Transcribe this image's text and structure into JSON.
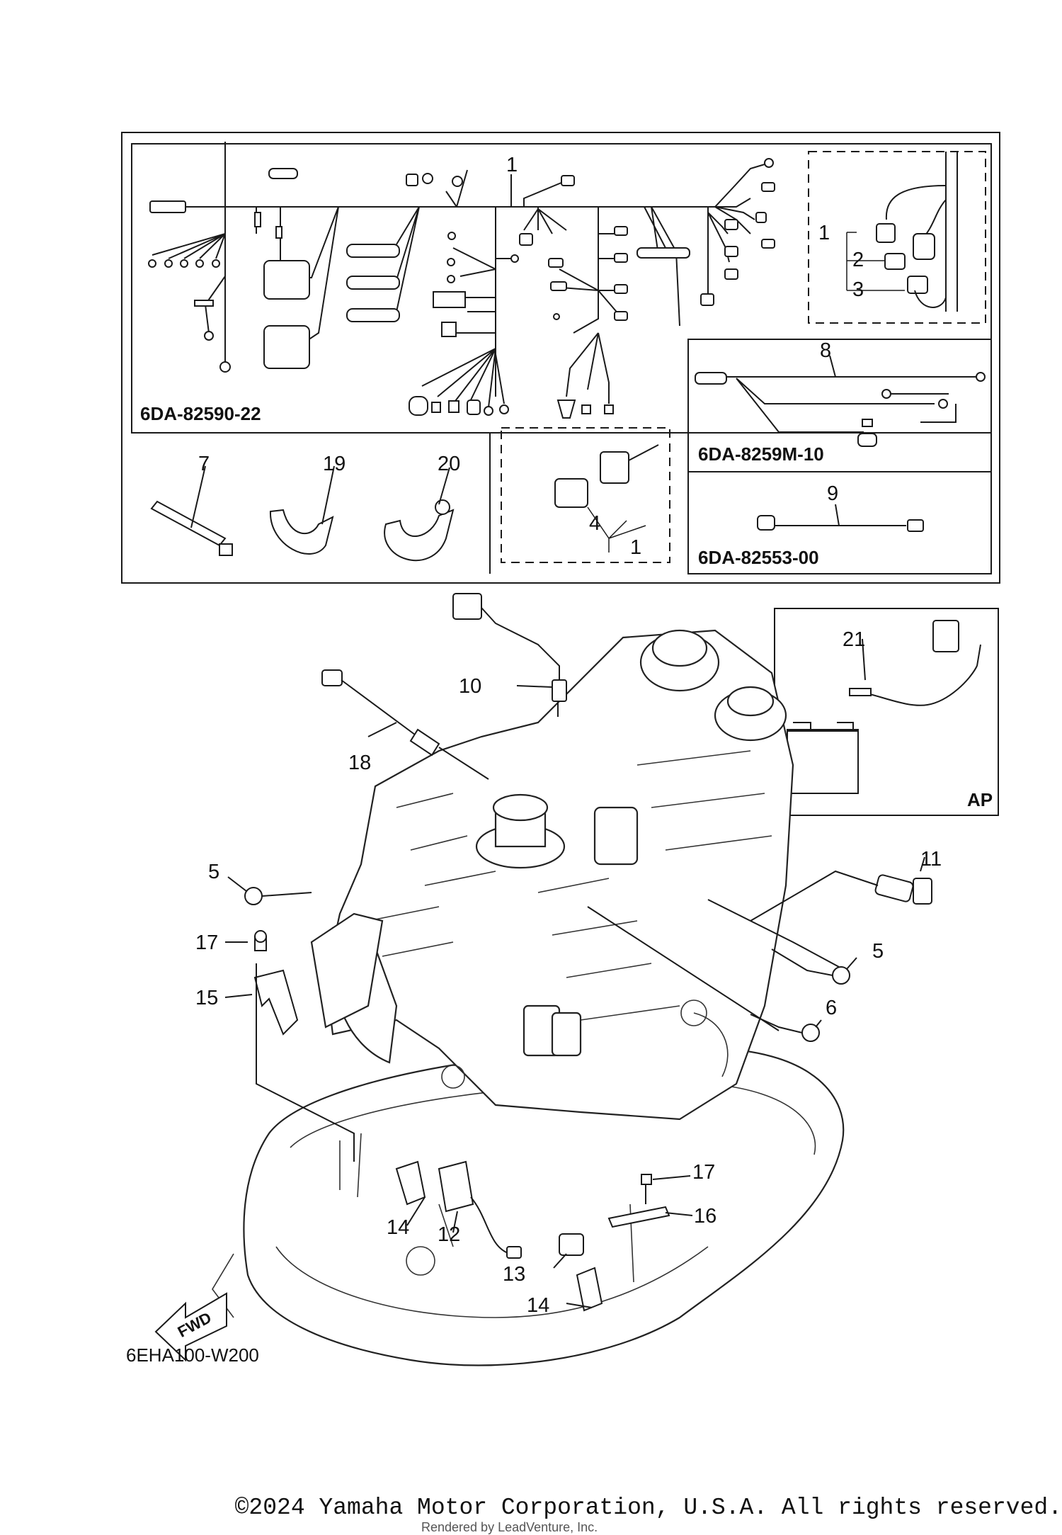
{
  "diagram": {
    "group_codes": {
      "main_harness": "6DA-82590-22",
      "sub_harness_8": "6DA-8259M-10",
      "lead_9": "6DA-82553-00",
      "illustration": "6EHA100-W200"
    },
    "callouts": {
      "c1_main": "1",
      "c1_inset": "1",
      "c2": "2",
      "c3": "3",
      "c4": "4",
      "c1_box": "1",
      "c7": "7",
      "c19": "19",
      "c20": "20",
      "c8": "8",
      "c9": "9",
      "c10": "10",
      "c18": "18",
      "c21": "21",
      "c5_left": "5",
      "c5_right": "5",
      "c6": "6",
      "c11": "11",
      "c17_left": "17",
      "c15": "15",
      "c17_right": "17",
      "c16": "16",
      "c14_left": "14",
      "c12": "12",
      "c13": "13",
      "c14_bottom": "14"
    },
    "ap_label": "AP",
    "fwd_label": "FWD"
  },
  "footer": {
    "copyright": "©2024 Yamaha Motor Corporation, U.S.A. All rights reserved.",
    "rendered_by": "Rendered by LeadVenture, Inc."
  }
}
